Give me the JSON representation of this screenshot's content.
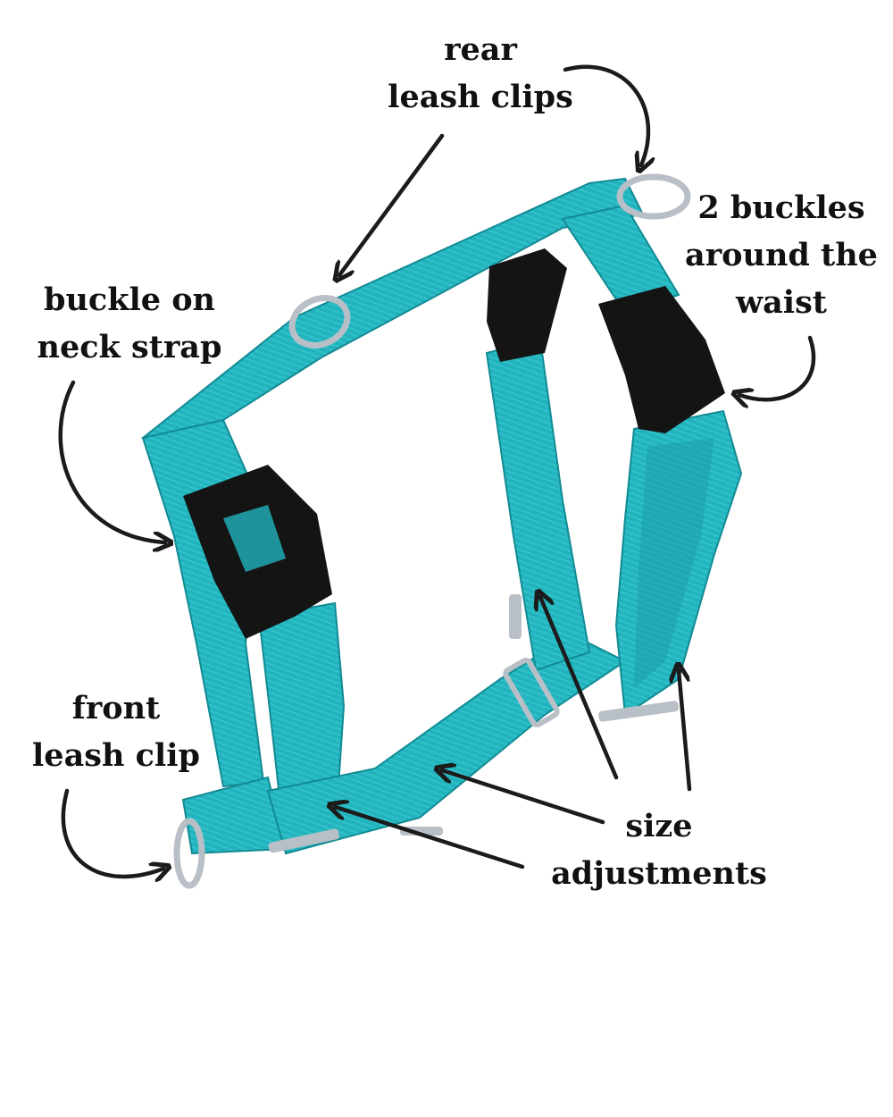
{
  "colors": {
    "strap": "#22b3bd",
    "strap_light": "#3fc9d2",
    "strap_dark": "#138a93",
    "buckle": "#141414",
    "metal": "#b9bfc6",
    "arrow": "#1b1b1b",
    "background": "#ffffff"
  },
  "labels": {
    "rear": {
      "line1": "rear",
      "line2": "leash clips"
    },
    "waist": {
      "line1": "2 buckles",
      "line2": "around the",
      "line3": "waist"
    },
    "neck": {
      "line1": "buckle on",
      "line2": "neck strap"
    },
    "front": {
      "line1": "front",
      "line2": "leash clip"
    },
    "size": {
      "line1": "size",
      "line2": "adjustments"
    }
  }
}
